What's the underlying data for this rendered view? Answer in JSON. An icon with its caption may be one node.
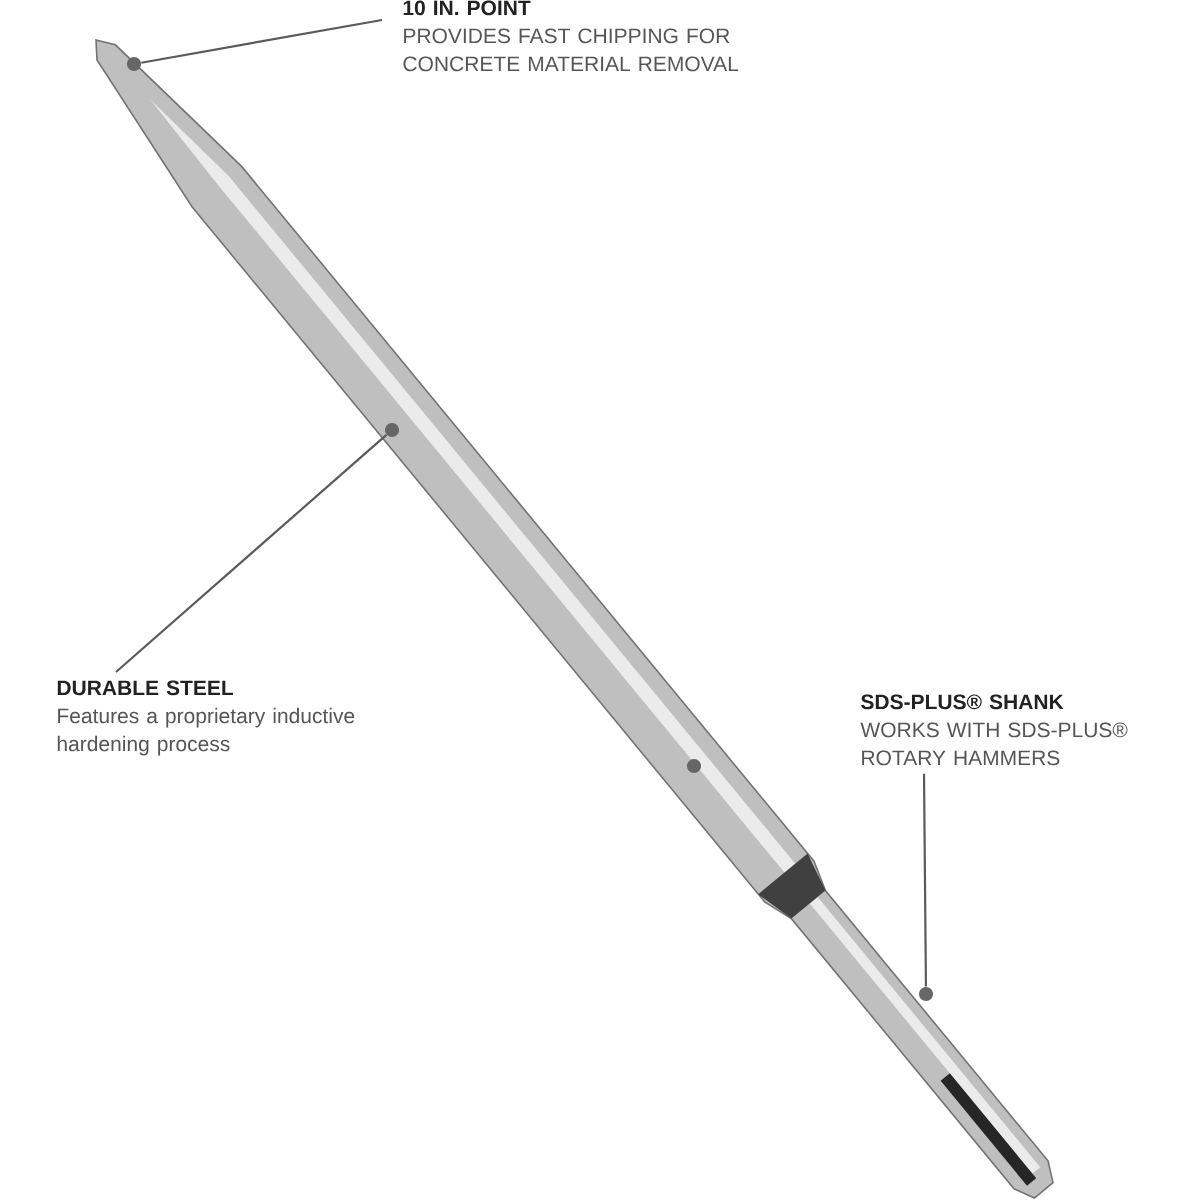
{
  "diagram": {
    "nodes": [
      {
        "text": [
          "**10 IN. POINT**",
          "PROVIDES FAST CHIPPING FOR CONCRETE MATERIAL REMOVAL"
        ]
      },
      {
        "text": [],
        "shape": "circle"
      },
      {
        "text": [
          "**DURABLE STEEL**",
          "Features a proprietary inductive hardening process"
        ]
      },
      {
        "text": [],
        "shape": "circle"
      },
      {
        "text": [
          "**SDS-PLUS® SHANK**",
          "WORKS WITH SDS-PLUS® ROTARY HAMMERS"
        ]
      },
      {
        "text": [],
        "shape": "circle"
      }
    ],
    "edges": [
      {
        "from": 0,
        "to": 1,
        "arrow": "none"
      },
      {
        "from": 2,
        "to": 3,
        "arrow": "none"
      },
      {
        "from": 4,
        "to": 5,
        "arrow": "none"
      }
    ]
  }
}
